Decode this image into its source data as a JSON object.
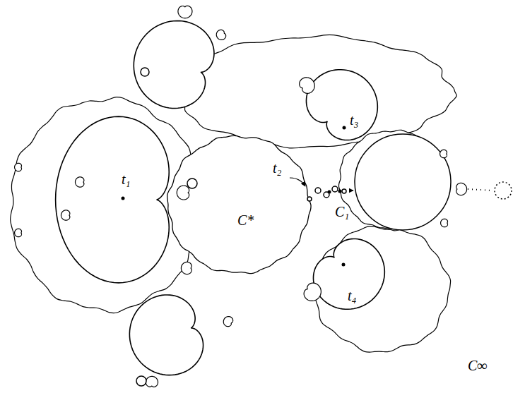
{
  "diagram": {
    "labels": [
      "t₁",
      "t₂",
      "C*",
      "t₃",
      "C₁",
      "t₄",
      "C∞"
    ]
  }
}
